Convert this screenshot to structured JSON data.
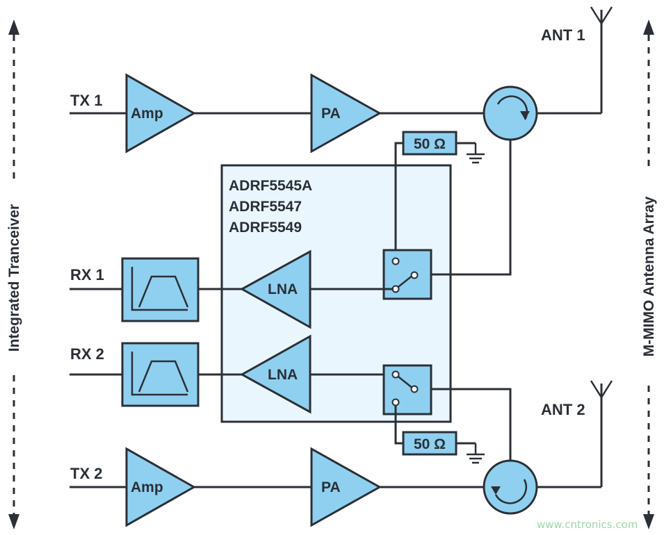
{
  "labels": {
    "tx1": "TX 1",
    "tx2": "TX 2",
    "rx1": "RX 1",
    "rx2": "RX 2",
    "ant1": "ANT 1",
    "ant2": "ANT 2",
    "amp": "Amp",
    "pa": "PA",
    "lna": "LNA",
    "load": "50 Ω",
    "chip_parts": [
      "ADRF5545A",
      "ADRF5547",
      "ADRF5549"
    ],
    "left_side": "Integrated Tranceiver",
    "right_side": "M-MIMO Antenna Array"
  },
  "watermark": "www.cntronics.com",
  "colors": {
    "block_fill": "#8fd0f0",
    "chip_fill": "#eaf6fd",
    "line": "#2b2f36",
    "text": "#2a2f36",
    "watermark": "#9fd7a8"
  },
  "icons": {
    "filter": "bandpass-filter-icon",
    "switch": "spdt-switch-icon",
    "circulator": "circulator-icon",
    "antenna": "antenna-icon",
    "ground": "ground-icon"
  }
}
